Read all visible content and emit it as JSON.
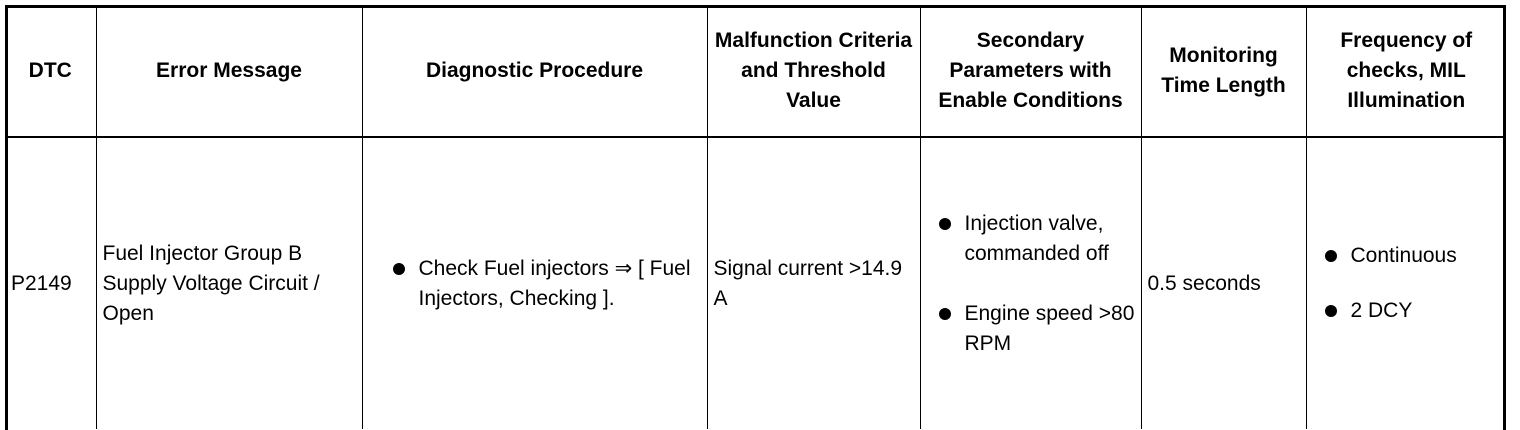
{
  "table": {
    "headers": [
      "DTC",
      "Error Message",
      "Diagnostic Procedure",
      "Malfunction Criteria and Threshold Value",
      "Secondary Parameters with Enable Conditions",
      "Monitoring Time Length",
      "Frequency of checks, MIL Illumination"
    ],
    "row": {
      "dtc": "P2149",
      "error_message": "Fuel Injector Group B Supply Voltage Circuit / Open",
      "procedure": [
        "Check Fuel injectors ⇒ [ Fuel Injectors, Checking ]."
      ],
      "criteria": "Signal current >14.9 A",
      "secondary": [
        "Injection valve, commanded off",
        "Engine speed >80 RPM"
      ],
      "time": "0.5 seconds",
      "frequency": [
        "Continuous",
        "2 DCY"
      ]
    }
  }
}
